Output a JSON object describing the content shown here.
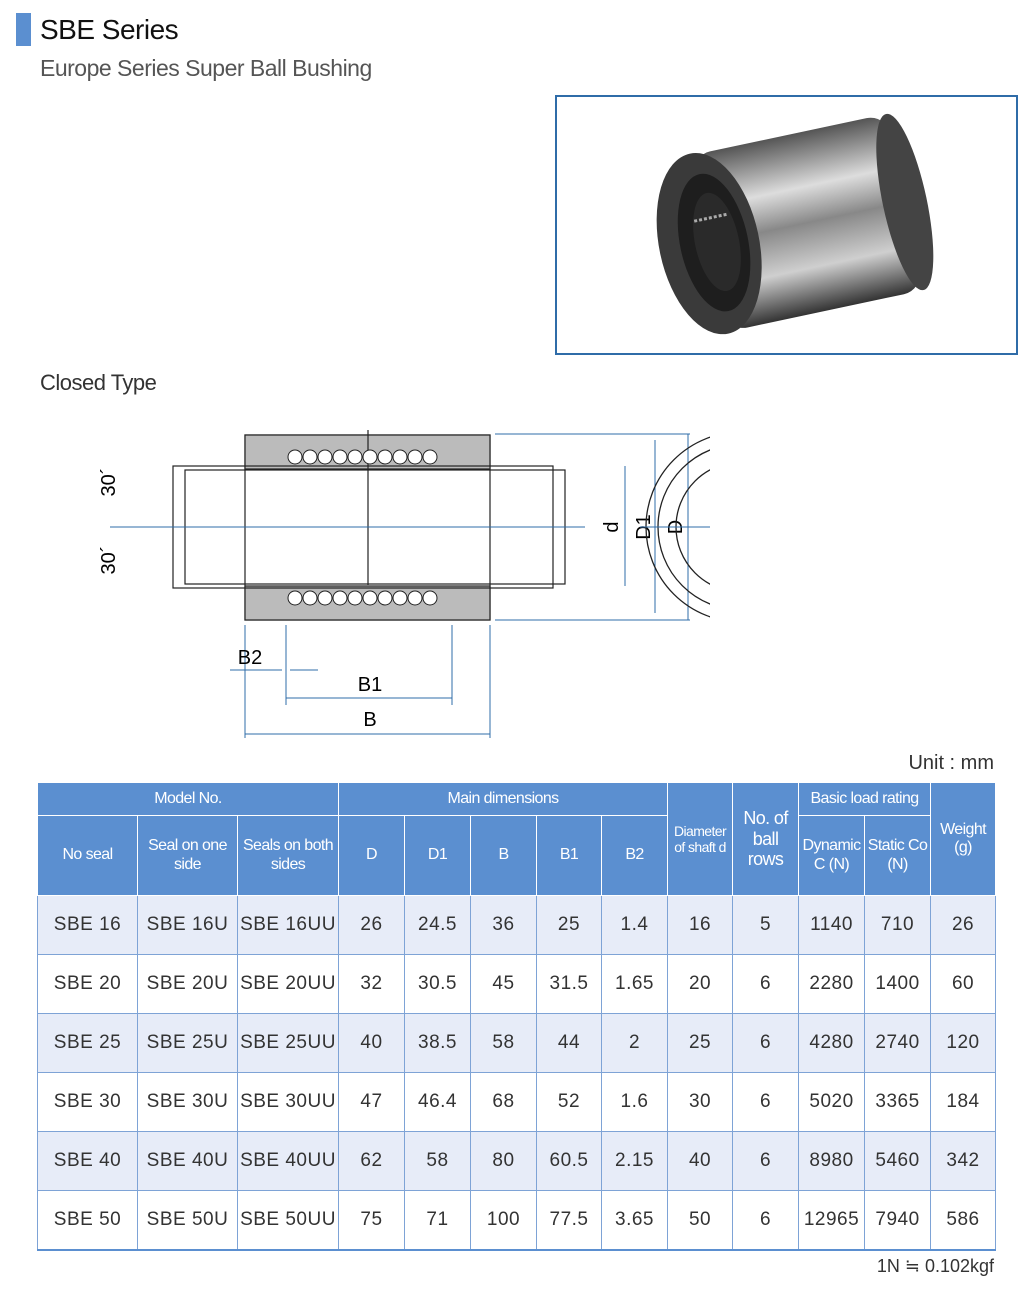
{
  "header": {
    "title": "SBE Series",
    "subtitle": "Europe Series Super Ball Bushing"
  },
  "section": {
    "closed_type": "Closed Type"
  },
  "drawing_labels": {
    "angle_top": "30´",
    "angle_bottom": "30´",
    "d": "d",
    "D1": "D1",
    "D": "D",
    "B2": "B2",
    "B1": "B1",
    "B": "B"
  },
  "unit": "Unit : mm",
  "note": "1N ≒ 0.102kgf",
  "table": {
    "group_headers": {
      "model": "Model No.",
      "main": "Main dimensions",
      "shaft": "Diameter of shaft d",
      "rows": "No. of ball rows",
      "load": "Basic load rating",
      "weight": "Weight (g)"
    },
    "sub_headers": {
      "no_seal": "No seal",
      "seal_one": "Seal on one side",
      "seal_both": "Seals on both sides",
      "D": "D",
      "D1": "D1",
      "B": "B",
      "B1": "B1",
      "B2": "B2",
      "dynamic": "Dynamic C (N)",
      "static": "Static Co (N)"
    },
    "rows": [
      [
        "SBE 16",
        "SBE 16U",
        "SBE 16UU",
        "26",
        "24.5",
        "36",
        "25",
        "1.4",
        "16",
        "5",
        "1140",
        "710",
        "26"
      ],
      [
        "SBE 20",
        "SBE 20U",
        "SBE 20UU",
        "32",
        "30.5",
        "45",
        "31.5",
        "1.65",
        "20",
        "6",
        "2280",
        "1400",
        "60"
      ],
      [
        "SBE 25",
        "SBE 25U",
        "SBE 25UU",
        "40",
        "38.5",
        "58",
        "44",
        "2",
        "25",
        "6",
        "4280",
        "2740",
        "120"
      ],
      [
        "SBE 30",
        "SBE 30U",
        "SBE 30UU",
        "47",
        "46.4",
        "68",
        "52",
        "1.6",
        "30",
        "6",
        "5020",
        "3365",
        "184"
      ],
      [
        "SBE 40",
        "SBE 40U",
        "SBE 40UU",
        "62",
        "58",
        "80",
        "60.5",
        "2.15",
        "40",
        "6",
        "8980",
        "5460",
        "342"
      ],
      [
        "SBE 50",
        "SBE 50U",
        "SBE 50UU",
        "75",
        "71",
        "100",
        "77.5",
        "3.65",
        "50",
        "6",
        "12965",
        "7940",
        "586"
      ]
    ]
  }
}
